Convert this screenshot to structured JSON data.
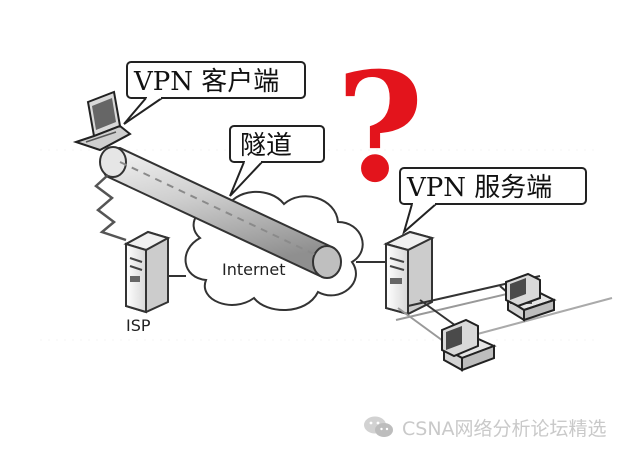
{
  "labels": {
    "vpn_client": "VPN 客户端",
    "tunnel": "隧道",
    "vpn_server": "VPN 服务端",
    "internet": "Internet",
    "isp": "ISP",
    "question_mark": "?"
  },
  "watermark": {
    "text": "CSNA网络分析论坛精选",
    "icon": "wechat-icon"
  },
  "colors": {
    "question_mark": "#e3141c",
    "tunnel_dash": "#8a8a8a",
    "line": "#333333"
  }
}
